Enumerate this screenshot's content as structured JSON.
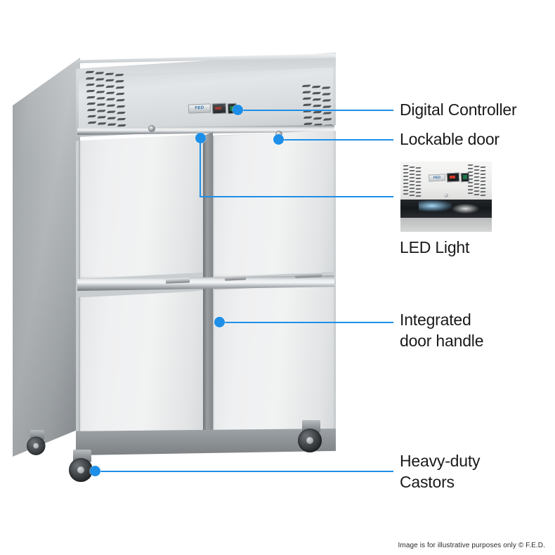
{
  "product": {
    "type": "commercial-upright-fridge",
    "description": "Stainless steel four-half-door upright commercial refrigerator on castors",
    "controller": {
      "brand_badge": "FED",
      "display_label": "",
      "switch_label": ""
    }
  },
  "callouts": [
    {
      "id": "digital-controller",
      "label": "Digital Controller"
    },
    {
      "id": "lockable-door",
      "label": "Lockable door"
    },
    {
      "id": "led-light",
      "label": "LED Light"
    },
    {
      "id": "integrated-door-handle",
      "label": "Integrated\ndoor handle"
    },
    {
      "id": "heavy-duty-castors",
      "label": "Heavy-duty\nCastors"
    }
  ],
  "inset": {
    "name": "led-light-photo",
    "caption": "LED Light",
    "badge": "FED"
  },
  "footer": {
    "disclaimer": "Image is for illustrative purposes only  © F.E.D."
  },
  "colors": {
    "leader_line": "#1e8fe8",
    "marker_dot": "#1e8fe8",
    "text": "#1a1a1a",
    "background": "#ffffff",
    "steel_light": "#f1f2f2",
    "steel_mid": "#c9cdd0",
    "steel_dark": "#8f9396"
  }
}
